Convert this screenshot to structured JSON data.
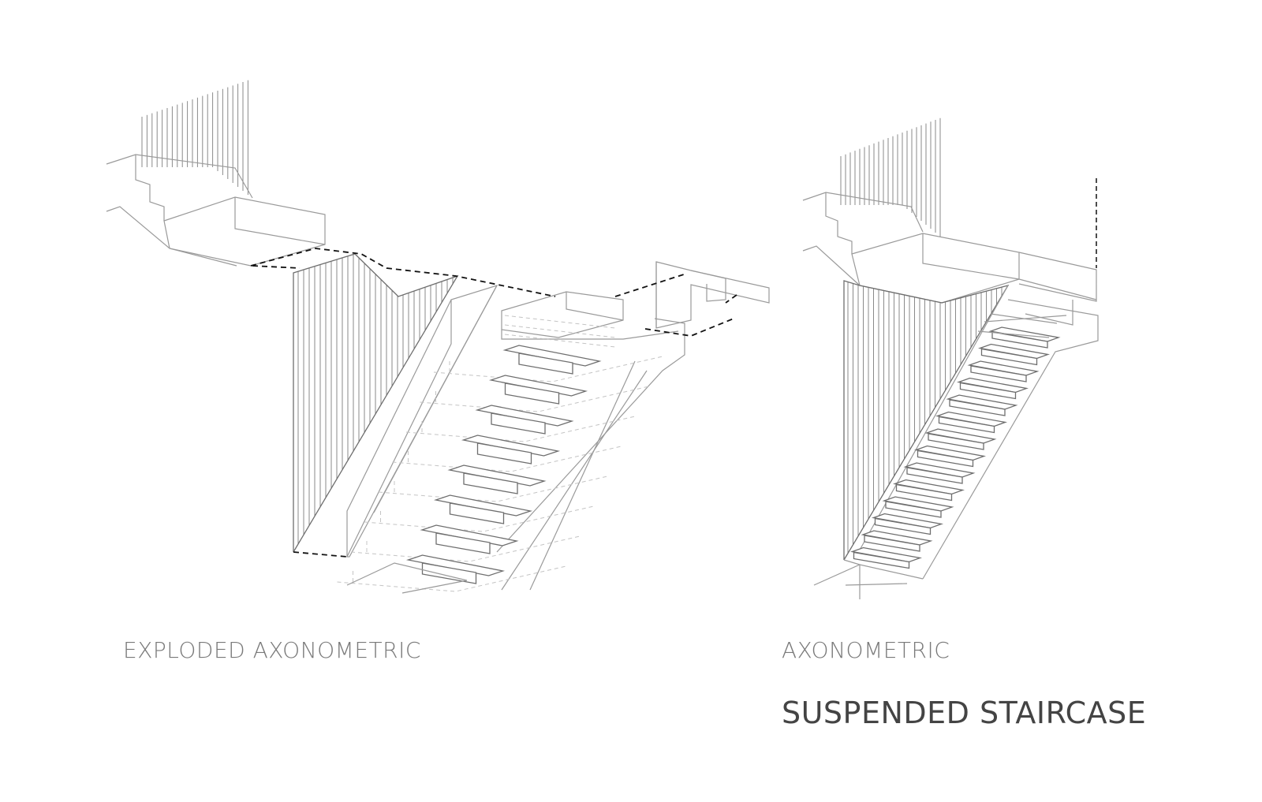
{
  "labels": {
    "exploded": "EXPLODED AXONOMETRIC",
    "axonometric": "AXONOMETRIC",
    "title": "SUSPENDED STAIRCASE"
  },
  "colors": {
    "line": "#9a9a9a",
    "dark_line": "#6e6e6e",
    "dashed": "#111111",
    "label": "#7a7a7a",
    "title": "#444444"
  }
}
